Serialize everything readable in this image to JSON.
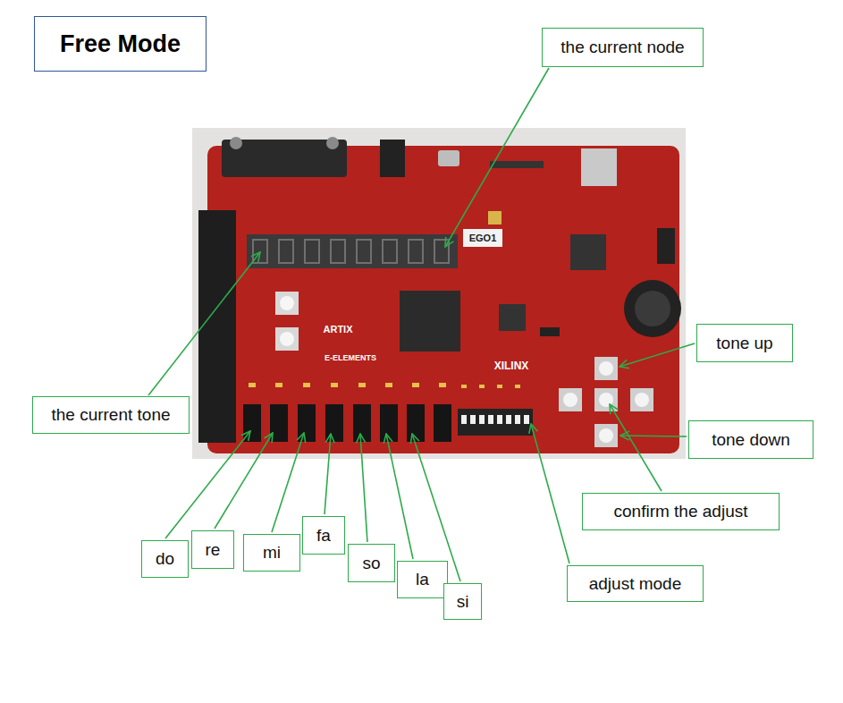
{
  "diagram": {
    "title": "Free Mode",
    "nodes": [
      {
        "text": [
          "the current node"
        ]
      },
      {
        "text": [
          "the current tone"
        ]
      },
      {
        "text": [
          "tone up"
        ]
      },
      {
        "text": [
          "tone down"
        ]
      },
      {
        "text": [
          "confirm the adjust"
        ]
      },
      {
        "text": [
          "adjust mode"
        ]
      },
      {
        "text": [
          "do"
        ]
      },
      {
        "text": [
          "re"
        ]
      },
      {
        "text": [
          "mi"
        ]
      },
      {
        "text": [
          "fa"
        ]
      },
      {
        "text": [
          "so"
        ]
      },
      {
        "text": [
          "la"
        ]
      },
      {
        "text": [
          "si"
        ]
      }
    ],
    "labels": [
      "EGO1",
      "XILINX",
      "ARTIX",
      "E-ELEMENTS"
    ]
  }
}
